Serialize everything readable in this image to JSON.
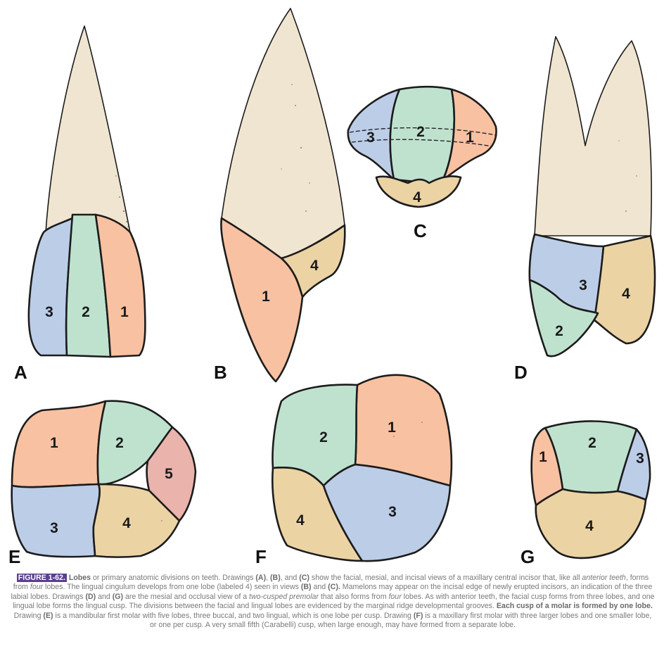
{
  "colors": {
    "enamel": "#f0e5d1",
    "lobe_blue": "#bccde8",
    "lobe_green": "#bfe2cf",
    "lobe_salmon": "#f8c1a1",
    "lobe_tan": "#ebd3a4",
    "lobe_pink": "#eab3ac",
    "outline": "#1c1c1c",
    "badge": "#5b3f8f"
  },
  "figure": {
    "panel_A": {
      "letter": "A",
      "lobes": [
        "3",
        "2",
        "1"
      ]
    },
    "panel_B": {
      "letter": "B",
      "lobes": [
        "1",
        "4"
      ]
    },
    "panel_C": {
      "letter": "C",
      "lobes": [
        "3",
        "2",
        "1",
        "4"
      ]
    },
    "panel_D": {
      "letter": "D",
      "lobes": [
        "3",
        "4",
        "2"
      ]
    },
    "panel_E": {
      "letter": "E",
      "lobes": [
        "1",
        "2",
        "5",
        "3",
        "4"
      ]
    },
    "panel_F": {
      "letter": "F",
      "lobes": [
        "2",
        "1",
        "4",
        "3"
      ]
    },
    "panel_G": {
      "letter": "G",
      "lobes": [
        "1",
        "2",
        "3",
        "4"
      ]
    }
  },
  "caption": {
    "figure_label": "FIGURE 1-62.",
    "s1_bold": "Lobes",
    "s1": " or primary anatomic divisions on teeth. Drawings ",
    "r_A": "(A)",
    "s2": ", ",
    "r_B": "(B)",
    "s3": ", and ",
    "r_C": "(C)",
    "s4": " show the facial, mesial, and incisal views of a maxillary central incisor that, like all ",
    "i_anterior": "anterior teeth",
    "s5": ", forms from ",
    "i_four": "four",
    "s6": " lobes. The lingual cingulum develops from one lobe (labeled 4) seen in views ",
    "r_B2": "(B)",
    "s7": " and ",
    "r_C2": "(C).",
    "s8": " Mamelons may appear on the incisal edge of newly erupted incisors, an indication of the three labial lobes. Drawings ",
    "r_D": "(D)",
    "s9": " and ",
    "r_G": "(G)",
    "s10": " are the mesial and occlusal view of a ",
    "i_premolar": "two-cusped premolar",
    "s11": " that also forms from ",
    "i_four2": "four",
    "s12": " lobes. As with anterior teeth, the facial cusp forms from three lobes, and one lingual lobe forms the lingual cusp. The divisions between the facial and lingual lobes are evidenced by the marginal ridge developmental grooves. ",
    "b_cusp": "Each cusp of a molar is formed by one lobe.",
    "s13": " Drawing ",
    "r_E": "(E)",
    "s14": " is a mandibular first molar with five lobes, three buccal, and two lingual, which is one lobe per cusp. Drawing ",
    "r_F": "(F)",
    "s15": " is a maxillary first molar with three larger lobes and one smaller lobe, or one per cusp. A very small fifth (Carabelli) cusp, when large enough, may have formed from a separate lobe."
  }
}
